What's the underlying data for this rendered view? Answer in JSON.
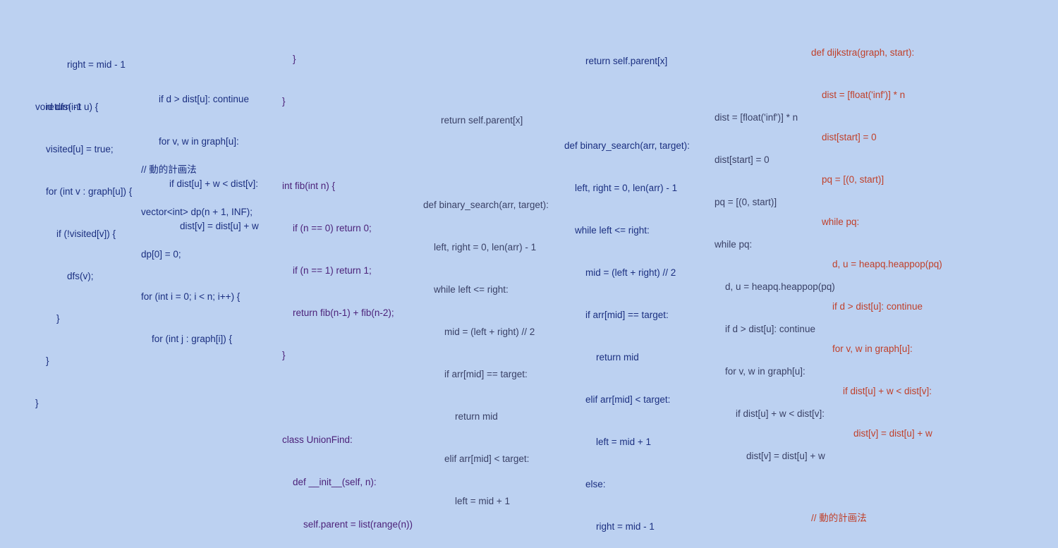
{
  "blocks": {
    "b1": {
      "lines": [
        "            right = mid - 1",
        "    return -1"
      ]
    },
    "b2": {
      "lines": [
        "void dfs(int u) {",
        "    visited[u] = true;",
        "    for (int v : graph[u]) {",
        "        if (!visited[v]) {",
        "            dfs(v);",
        "        }",
        "    }",
        "}"
      ]
    },
    "b3": {
      "lines": [
        "if d > dist[u]: continue",
        "for v, w in graph[u]:",
        "    if dist[u] + w < dist[v]:",
        "        dist[v] = dist[u] + w"
      ]
    },
    "b4": {
      "lines": [
        "// 動的計画法",
        "vector<int> dp(n + 1, INF);",
        "dp[0] = 0;",
        "for (int i = 0; i < n; i++) {",
        "    for (int j : graph[i]) {"
      ]
    },
    "b5": {
      "lines": [
        "    }",
        "}",
        "",
        "int fib(int n) {",
        "    if (n == 0) return 0;",
        "    if (n == 1) return 1;",
        "    return fib(n-1) + fib(n-2);",
        "}",
        "",
        "class UnionFind:",
        "    def __init__(self, n):",
        "        self.parent = list(range(n))"
      ]
    },
    "b6": {
      "lines": [
        "return self.parent[x]",
        "",
        "def binary_search(arr, target):",
        "    left, right = 0, len(arr) - 1",
        "    while left <= right:",
        "        mid = (left + right) // 2",
        "        if arr[mid] == target:",
        "            return mid",
        "        elif arr[mid] < target:",
        "            left = mid + 1"
      ]
    },
    "b7": {
      "lines": [
        "        return self.parent[x]",
        "",
        "def binary_search(arr, target):",
        "    left, right = 0, len(arr) - 1",
        "    while left <= right:",
        "        mid = (left + right) // 2",
        "        if arr[mid] == target:",
        "            return mid",
        "        elif arr[mid] < target:",
        "            left = mid + 1",
        "        else:",
        "            right = mid - 1"
      ]
    },
    "b8": {
      "lines": [
        "dist = [float('inf')] * n",
        "dist[start] = 0",
        "pq = [(0, start)]",
        "while pq:",
        "    d, u = heapq.heappop(pq)",
        "    if d > dist[u]: continue",
        "    for v, w in graph[u]:",
        "        if dist[u] + w < dist[v]:",
        "            dist[v] = dist[u] + w"
      ]
    },
    "b9": {
      "lines": [
        "def dijkstra(graph, start):",
        "    dist = [float('inf')] * n",
        "    dist[start] = 0",
        "    pq = [(0, start)]",
        "    while pq:",
        "        d, u = heapq.heappop(pq)",
        "        if d > dist[u]: continue",
        "        for v, w in graph[u]:",
        "            if dist[u] + w < dist[v]:",
        "                dist[v] = dist[u] + w",
        "",
        "// 動的計画法"
      ]
    }
  }
}
